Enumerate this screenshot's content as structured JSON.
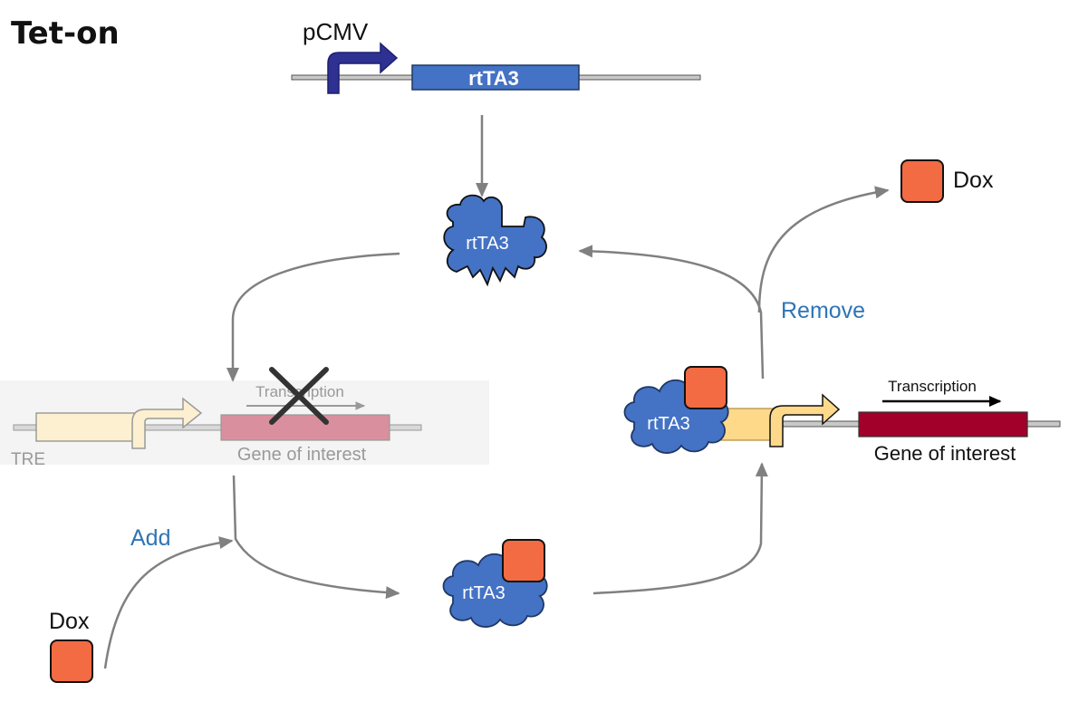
{
  "title": "Tet-on",
  "promoter_label": "pCMV",
  "rtta3_gene_label": "rtTA3",
  "protein_label": "rtTA3",
  "dox_label": "Dox",
  "add_label": "Add",
  "remove_label": "Remove",
  "tre_label": "TRE",
  "transcription_label": "Transcription",
  "gene_label": "Gene of interest",
  "colors": {
    "protein_blue": "#4472c4",
    "dox_orange": "#f26b43",
    "gene_active": "#a2002a",
    "gene_inactive": "#d98f9d",
    "promoter_arrow": "#2e3192",
    "tre_box": "#fde9b1",
    "label_blue": "#2e75b6",
    "flow_arrow": "#808080"
  }
}
